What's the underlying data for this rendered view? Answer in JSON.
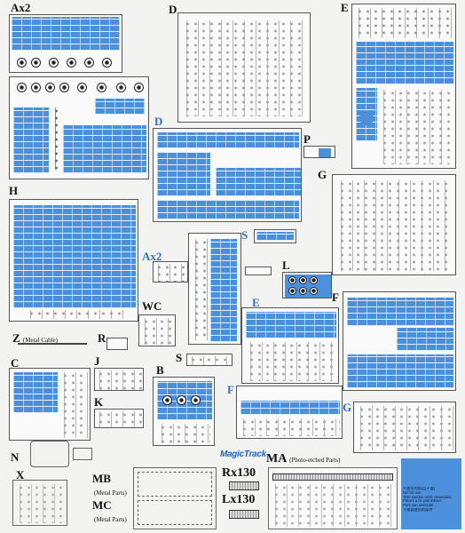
{
  "labels": {
    "ax2_top": "Ax2",
    "d_top": "D",
    "e_top": "E",
    "d_blue": "D",
    "p": "P",
    "h": "H",
    "g": "G",
    "s": "S",
    "ax2_mid": "Ax2",
    "l": "L",
    "wc": "WC",
    "e_mid": "E",
    "f_right": "F",
    "z": "Z",
    "z_note": "(Metal Cable)",
    "r": "R",
    "c": "C",
    "j": "J",
    "s_small": "S",
    "b": "B",
    "k": "K",
    "f_mid": "F",
    "g_bottom": "G",
    "n": "N",
    "x": "X",
    "mb": "MB",
    "mb_note": "(Metal Parts)",
    "mc": "MC",
    "mc_note": "(Metal Parts)",
    "rx": "Rx130",
    "lx": "Lx130",
    "ma": "MA",
    "ma_note": "(Photo-etched Parts)"
  },
  "logo": {
    "text": "MagicTrack",
    "icon": "magic-track-logo"
  },
  "note_lines": [
    "不使用的部品(不要)",
    "Not for use.",
    "Teile werden nicht verwendet.",
    "Pièces à ne pas utiliser.",
    "Parti non utilizzate.",
    "不需要使用的部件"
  ],
  "colors": {
    "highlight": "#4c8fda",
    "label_blue": "#2f6fd0",
    "ink": "#111111"
  }
}
